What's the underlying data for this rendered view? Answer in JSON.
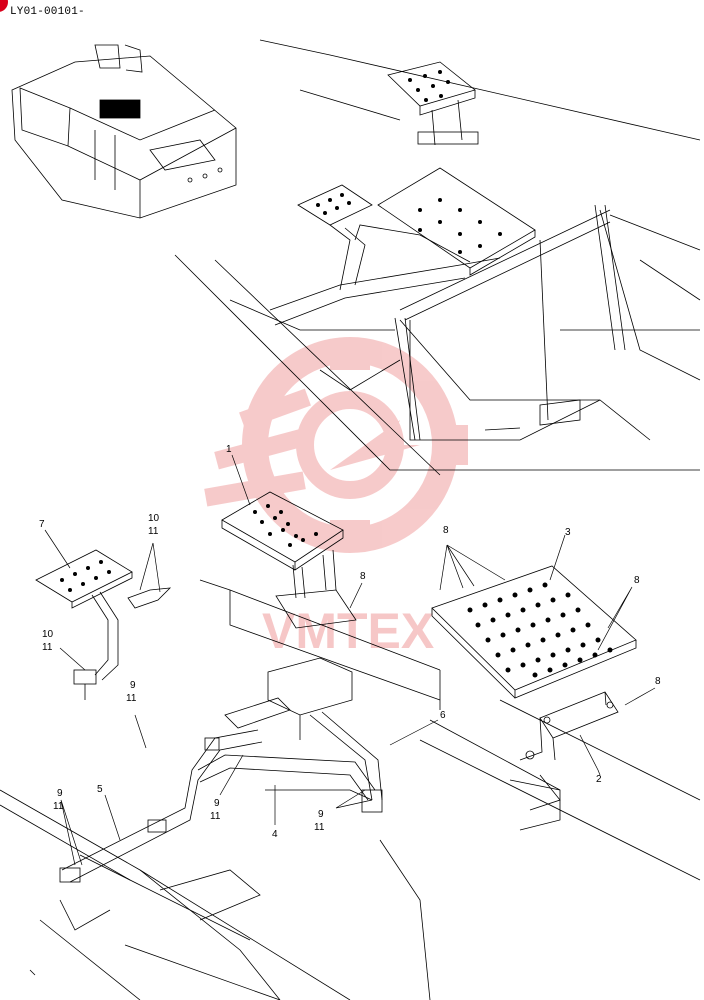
{
  "header": {
    "ref_code": "LY01-00101-"
  },
  "watermark": {
    "text": "VMTEX",
    "color": "#f2a8a8"
  },
  "callouts": {
    "c1": "1",
    "c2": "2",
    "c3": "3",
    "c4": "4",
    "c5": "5",
    "c6": "6",
    "c7": "7",
    "c8a": "8",
    "c8b": "8",
    "c8c": "8",
    "c8d": "8",
    "c9a": "9",
    "c11a": "11",
    "c9b": "9",
    "c11b": "11",
    "c9c": "9",
    "c11c": "11",
    "c9d": "9",
    "c11d": "11",
    "c10a": "10",
    "c11e": "11",
    "c10b": "10",
    "c11f": "11"
  },
  "colors": {
    "line": "#000000",
    "badge": "#d9001b"
  }
}
